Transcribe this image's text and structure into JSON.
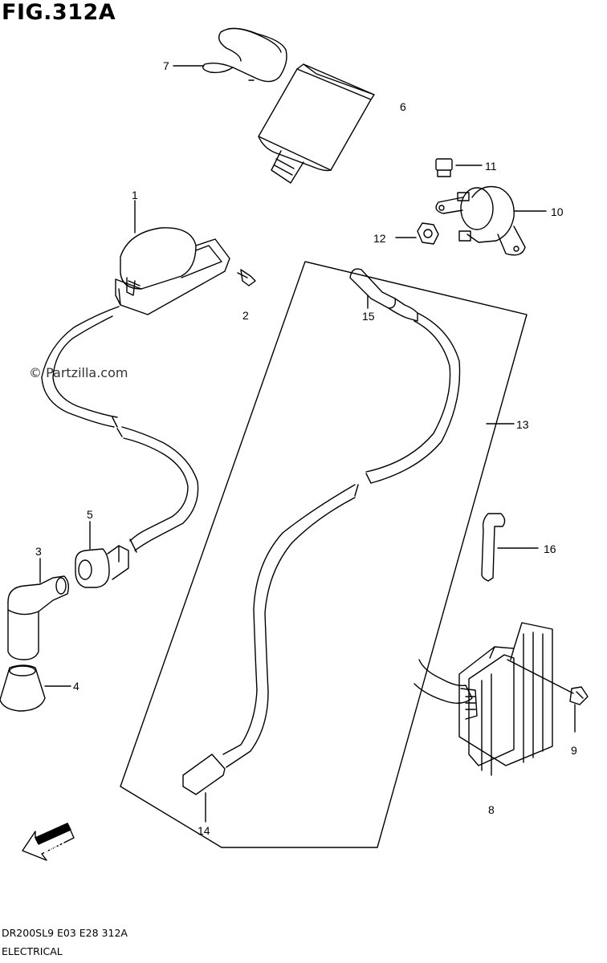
{
  "figure_title": "FIG.312A",
  "watermark": "© Partzilla.com",
  "fwd_label": "FWD",
  "footer": {
    "model_code": "DR200SL9  E03  E28  312A",
    "section_name": "ELECTRICAL"
  },
  "callouts": {
    "p1": "1",
    "p2": "2",
    "p3": "3",
    "p4": "4",
    "p5": "5",
    "p6": "6",
    "p7": "7",
    "p8": "8",
    "p9": "9",
    "p10": "10",
    "p11": "11",
    "p12": "12",
    "p13": "13",
    "p14": "14",
    "p15": "15",
    "p16": "16"
  }
}
